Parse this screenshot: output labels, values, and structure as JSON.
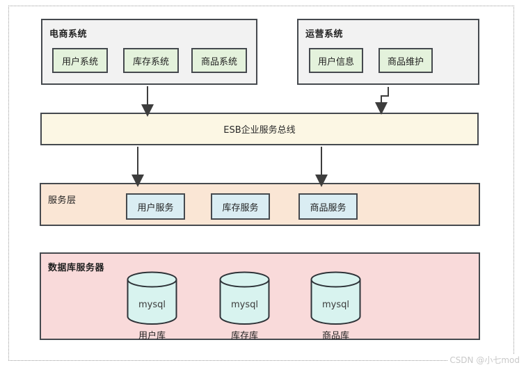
{
  "colors": {
    "border-dark": "#45494e",
    "panel-gray": "#f2f2f2",
    "node-green": "#e4f2dc",
    "esb-cream": "#fcf7e4",
    "service-peach": "#fae6d5",
    "node-blue": "#daedf3",
    "db-pink": "#f9dada",
    "cylinder-cyan": "#d8f3ef",
    "arrow": "#3d3d3d",
    "watermark": "#c9c9c9"
  },
  "ecommerce": {
    "title": "电商系统",
    "items": [
      "用户系统",
      "库存系统",
      "商品系统"
    ]
  },
  "operations": {
    "title": "运营系统",
    "items": [
      "用户信息",
      "商品维护"
    ]
  },
  "esb": {
    "label": "ESB企业服务总线"
  },
  "service_layer": {
    "title": "服务层",
    "items": [
      "用户服务",
      "库存服务",
      "商品服务"
    ]
  },
  "database_layer": {
    "title": "数据库服务器",
    "databases": [
      {
        "engine": "mysql",
        "label": "用户库"
      },
      {
        "engine": "mysql",
        "label": "库存库"
      },
      {
        "engine": "mysql",
        "label": "商品库"
      }
    ]
  },
  "watermark": "CSDN @小七mod"
}
